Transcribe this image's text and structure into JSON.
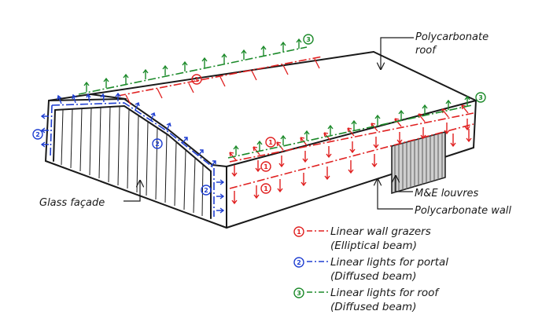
{
  "colors": {
    "ink": "#1a1a1a",
    "wall_grazer": "#e02020",
    "portal_light": "#1f3fd1",
    "roof_light": "#1c8a2a",
    "louvre_fill": "#9a9a9a"
  },
  "callouts": {
    "roof": [
      "Polycarbonate",
      "roof"
    ],
    "facade": "Glass façade",
    "louvres": "M&E louvres",
    "wall": "Polycarbonate wall"
  },
  "markers": {
    "wall_grazer": "1",
    "portal": "2",
    "roof": "3"
  },
  "legend": [
    {
      "number": "1",
      "color_key": "wall_grazer",
      "line1": "Linear wall grazers",
      "line2": "(Elliptical beam)"
    },
    {
      "number": "2",
      "color_key": "portal_light",
      "line1": "Linear lights for portal",
      "line2": "(Diffused beam)"
    },
    {
      "number": "3",
      "color_key": "roof_light",
      "line1": "Linear lights for roof",
      "line2": "(Diffused beam)"
    }
  ]
}
